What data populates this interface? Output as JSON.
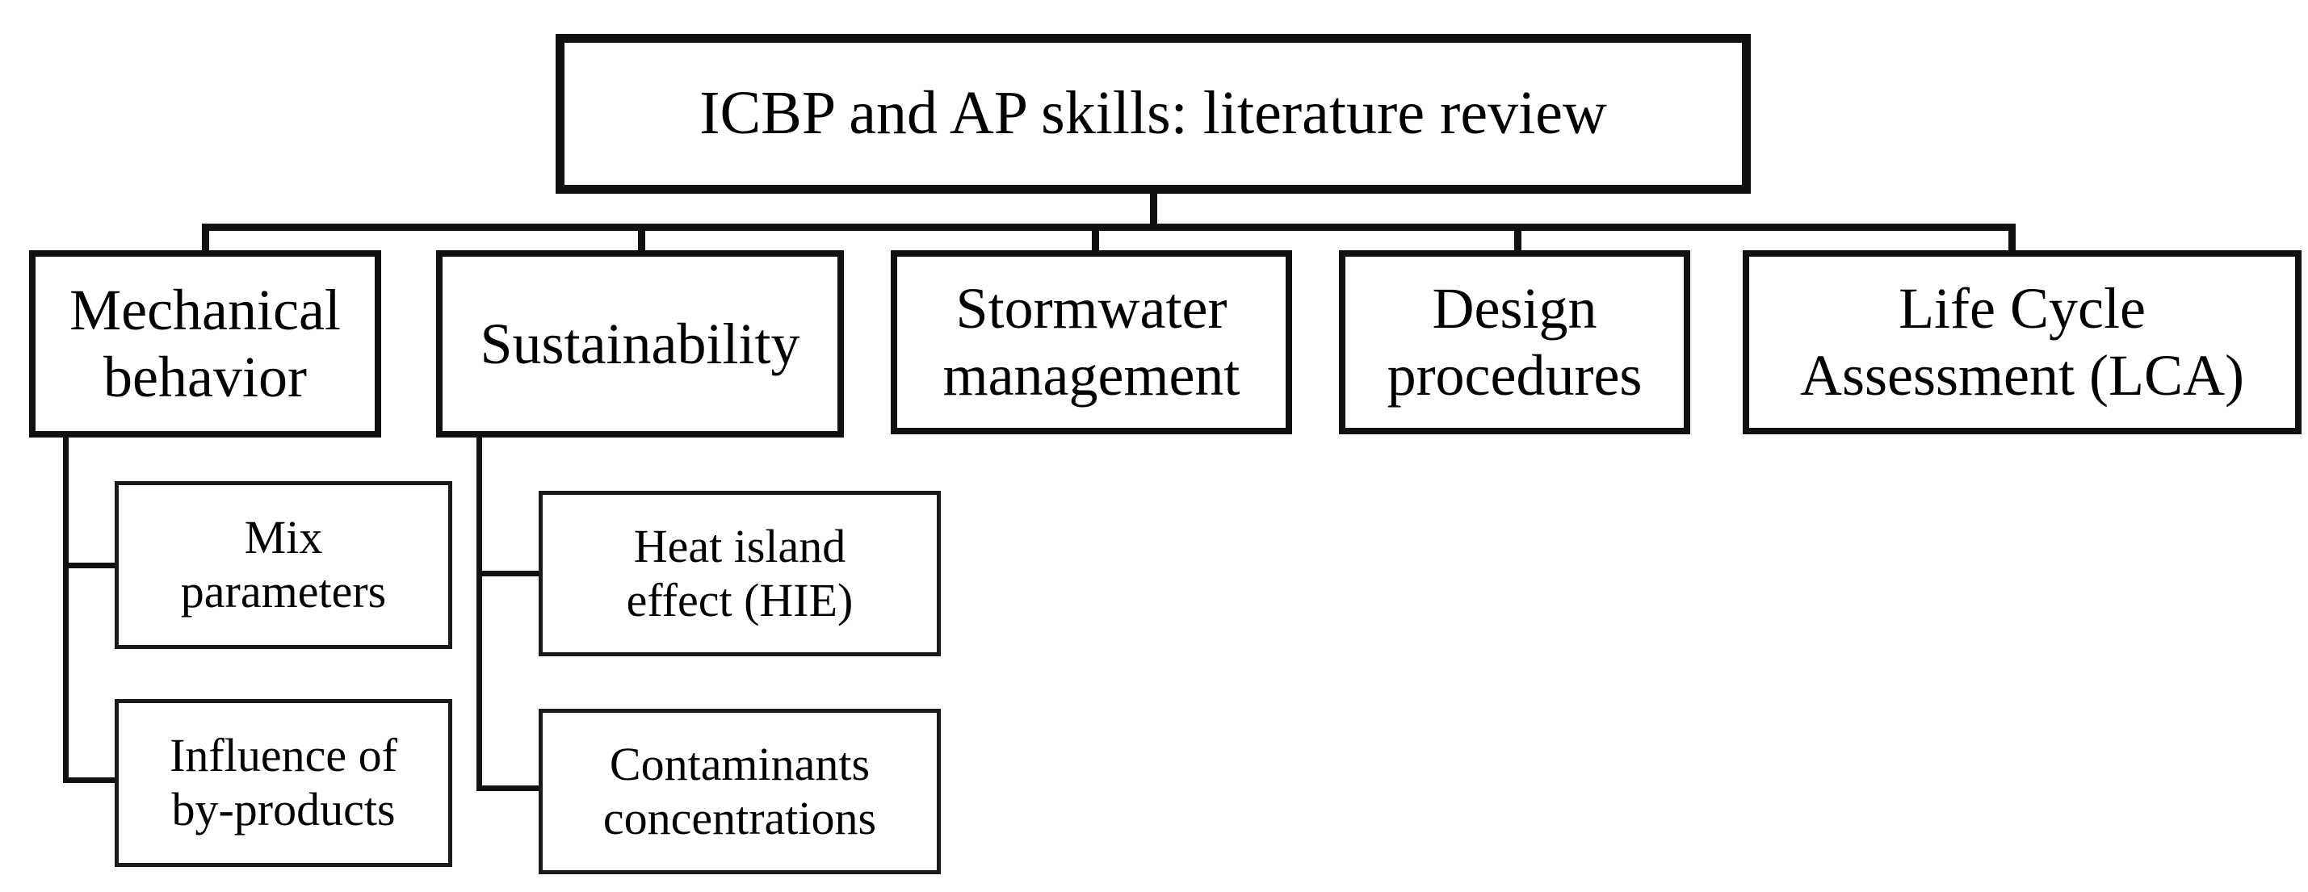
{
  "diagram": {
    "type": "hierarchy-tree",
    "title": "ICBP and AP skills: literature review",
    "palette": {
      "background": "#ffffff",
      "stroke": "#111111",
      "text": "#000000"
    },
    "root": {
      "label": "ICBP and AP skills: literature review"
    },
    "branches": [
      {
        "label": "Mechanical\nbehavior",
        "children": [
          {
            "label": "Mix\nparameters"
          },
          {
            "label": "Influence of\nby-products"
          }
        ]
      },
      {
        "label": "Sustainability",
        "children": [
          {
            "label": "Heat island\neffect (HIE)"
          },
          {
            "label": "Contaminants\nconcentrations"
          }
        ]
      },
      {
        "label": "Stormwater\nmanagement",
        "children": []
      },
      {
        "label": "Design\nprocedures",
        "children": []
      },
      {
        "label": "Life Cycle\nAssessment  (LCA)",
        "children": []
      }
    ]
  }
}
